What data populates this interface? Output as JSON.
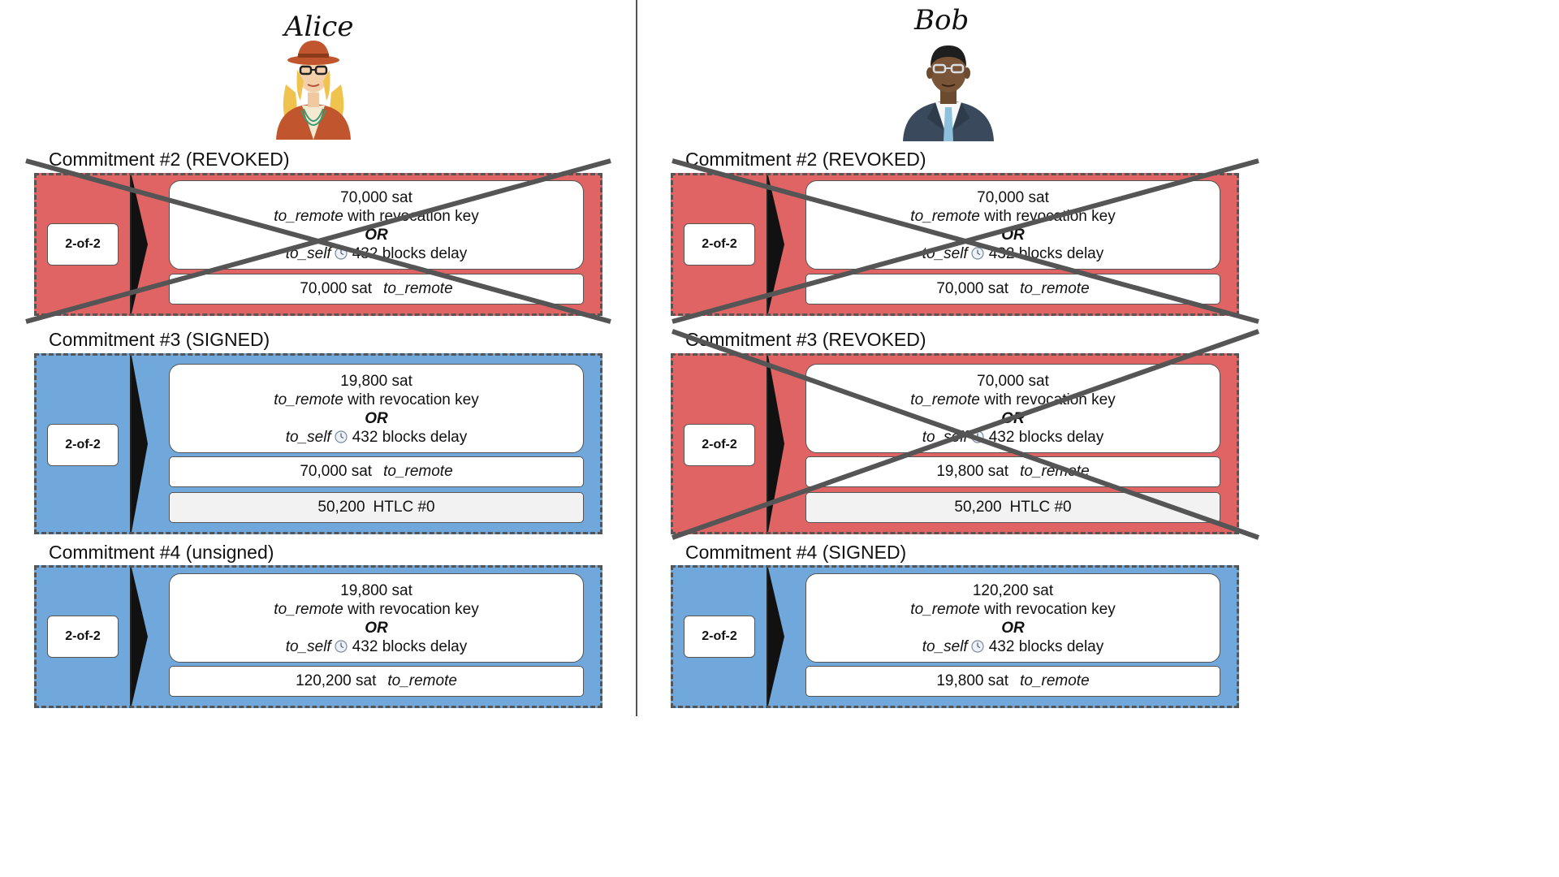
{
  "parties": [
    {
      "name": "Alice",
      "commitments": [
        {
          "title": "Commitment #2 (REVOKED)",
          "state": "revoked",
          "multisig": "2-of-2",
          "main_output": {
            "amount": "70,000 sat",
            "remote_label": "to_remote",
            "remote_suffix": " with revocation key",
            "or_label": "OR",
            "self_label": "to_self",
            "delay": "432 blocks delay"
          },
          "outputs": [
            {
              "amount": "70,000 sat",
              "label": "to_remote",
              "kind": "remote"
            }
          ]
        },
        {
          "title": "Commitment #3 (SIGNED)",
          "state": "signed",
          "multisig": "2-of-2",
          "main_output": {
            "amount": "19,800 sat",
            "remote_label": "to_remote",
            "remote_suffix": " with revocation key",
            "or_label": "OR",
            "self_label": "to_self",
            "delay": "432 blocks delay"
          },
          "outputs": [
            {
              "amount": "70,000 sat",
              "label": "to_remote",
              "kind": "remote"
            },
            {
              "amount": "50,200",
              "label": "HTLC #0",
              "kind": "htlc"
            }
          ]
        },
        {
          "title": "Commitment #4 (unsigned)",
          "state": "unsigned",
          "multisig": "2-of-2",
          "main_output": {
            "amount": "19,800 sat",
            "remote_label": "to_remote",
            "remote_suffix": " with revocation key",
            "or_label": "OR",
            "self_label": "to_self",
            "delay": "432 blocks delay"
          },
          "outputs": [
            {
              "amount": "120,200 sat",
              "label": "to_remote",
              "kind": "remote"
            }
          ]
        }
      ]
    },
    {
      "name": "Bob",
      "commitments": [
        {
          "title": "Commitment #2 (REVOKED)",
          "state": "revoked",
          "multisig": "2-of-2",
          "main_output": {
            "amount": "70,000 sat",
            "remote_label": "to_remote",
            "remote_suffix": " with revocation key",
            "or_label": "OR",
            "self_label": "to_self",
            "delay": "432 blocks delay"
          },
          "outputs": [
            {
              "amount": "70,000 sat",
              "label": "to_remote",
              "kind": "remote"
            }
          ]
        },
        {
          "title": "Commitment #3 (REVOKED)",
          "state": "revoked",
          "multisig": "2-of-2",
          "main_output": {
            "amount": "70,000 sat",
            "remote_label": "to_remote",
            "remote_suffix": " with revocation key",
            "or_label": "OR",
            "self_label": "to_self",
            "delay": "432 blocks delay"
          },
          "outputs": [
            {
              "amount": "19,800 sat",
              "label": "to_remote",
              "kind": "remote"
            },
            {
              "amount": "50,200",
              "label": "HTLC #0",
              "kind": "htlc"
            }
          ]
        },
        {
          "title": "Commitment #4 (SIGNED)",
          "state": "signed",
          "multisig": "2-of-2",
          "main_output": {
            "amount": "120,200 sat",
            "remote_label": "to_remote",
            "remote_suffix": " with revocation key",
            "or_label": "OR",
            "self_label": "to_self",
            "delay": "432 blocks delay"
          },
          "outputs": [
            {
              "amount": "19,800 sat",
              "label": "to_remote",
              "kind": "remote"
            }
          ]
        }
      ]
    }
  ],
  "colors": {
    "revoked_fill": "#e06464",
    "active_fill": "#70a8dc",
    "cross_stroke": "#555555",
    "border": "#555555"
  }
}
